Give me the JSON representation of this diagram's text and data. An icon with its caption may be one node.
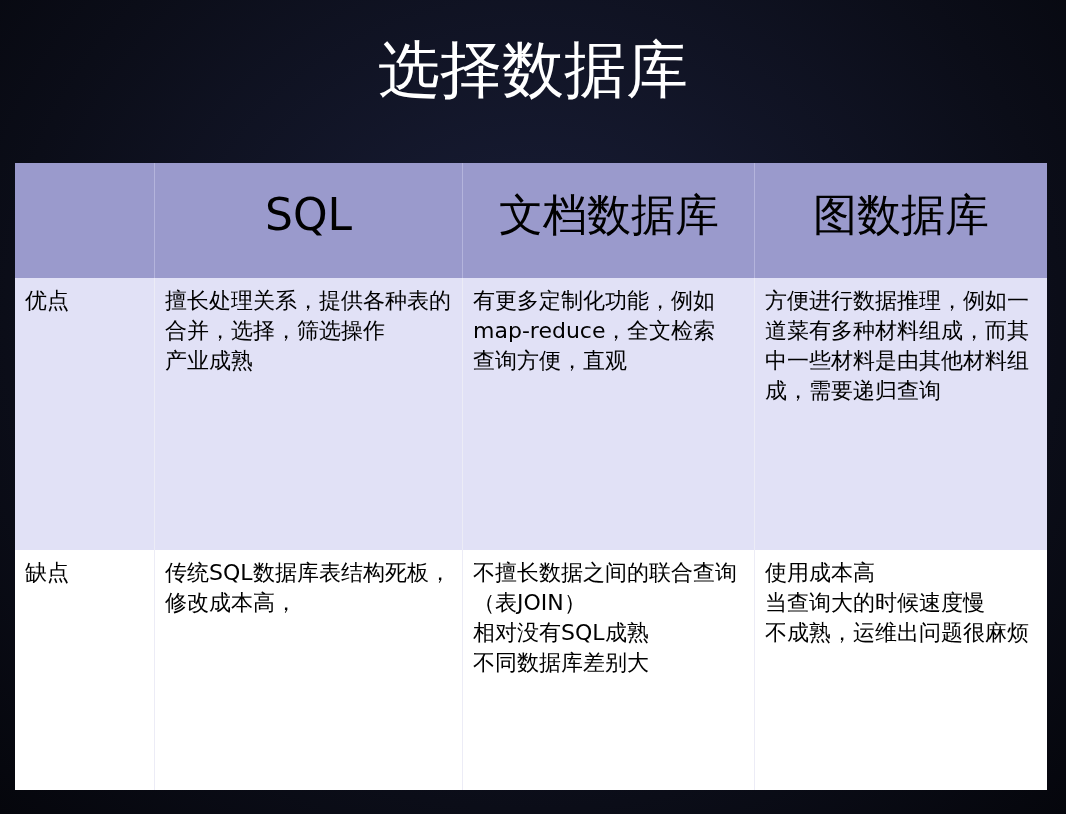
{
  "diagram": {
    "title": "选择数据库",
    "nodes": [
      {
        "text": [
          "SQL"
        ]
      },
      {
        "text": [
          "文档数据库"
        ]
      },
      {
        "text": [
          "图数据库"
        ]
      },
      {
        "text": [
          "优点"
        ]
      },
      {
        "text": [
          "擅长处理关系，提供各种表的合并，选择，筛选操作",
          "产业成熟"
        ]
      },
      {
        "text": [
          "有更多定制化功能，例如map-reduce，全文检索",
          "查询方便，直观"
        ]
      },
      {
        "text": [
          "方便进行数据推理，例如一道菜有多种材料组成，而其中一些材料是由其他材料组成，需要递归查询"
        ]
      },
      {
        "text": [
          "缺点"
        ]
      },
      {
        "text": [
          "传统SQL数据库表结构死板，修改成本高，"
        ]
      },
      {
        "text": [
          "不擅长数据之间的联合查询（表JOIN）",
          "相对没有SQL成熟",
          "不同数据库差别大"
        ]
      },
      {
        "text": [
          "使用成本高",
          "当查询大的时候速度慢",
          "不成熟，运维出问题很麻烦"
        ]
      }
    ]
  }
}
